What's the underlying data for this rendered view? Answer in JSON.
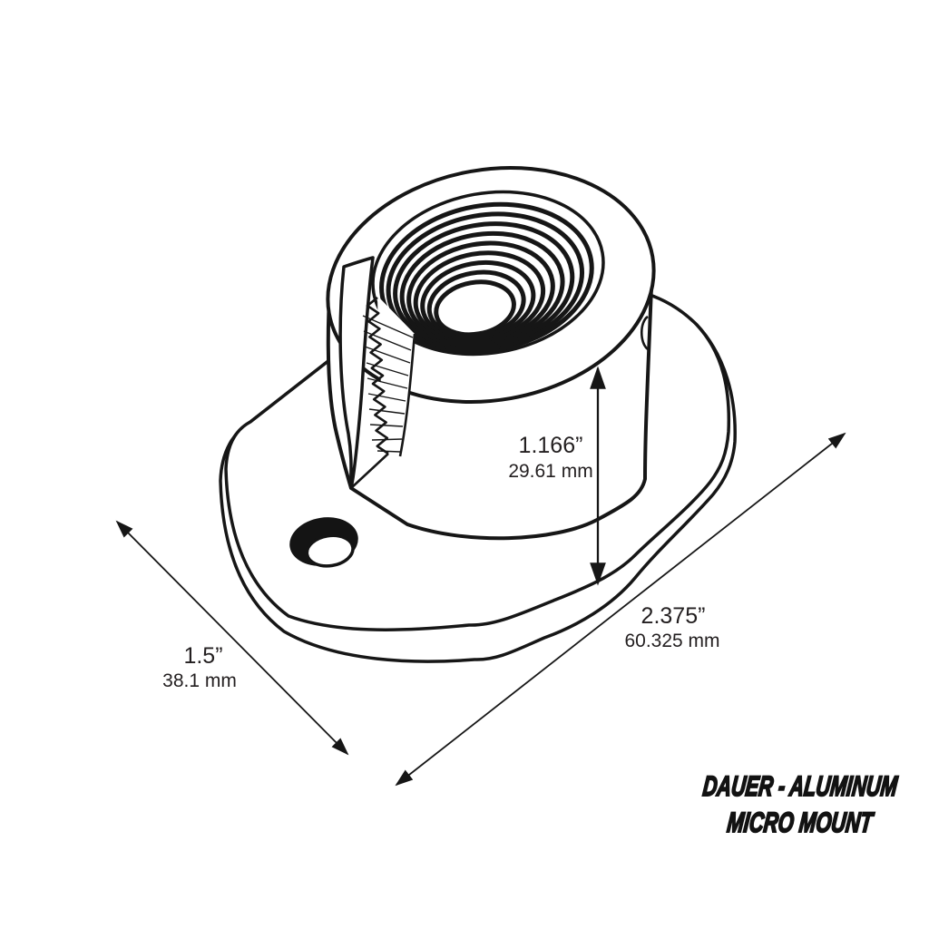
{
  "document": {
    "background_color": "#ffffff",
    "line_color": "#161616",
    "product_title": {
      "line1": "DAUER - ALUMINUM",
      "line2": "MICRO MOUNT"
    },
    "dimensions": {
      "height": {
        "label_in": "1.166”",
        "label_mm": "29.61 mm"
      },
      "length": {
        "label_in": "2.375”",
        "label_mm": "60.325 mm"
      },
      "width": {
        "label_in": "1.5”",
        "label_mm": "38.1 mm"
      }
    }
  }
}
